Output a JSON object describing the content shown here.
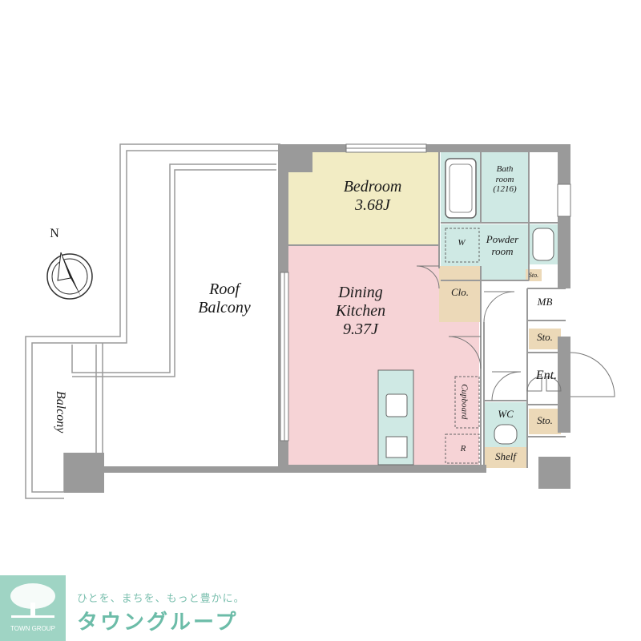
{
  "plan": {
    "rooms": {
      "bedroom": {
        "label": "Bedroom\n3.68J",
        "color": "#f2ecc4"
      },
      "dining_kitchen": {
        "label": "Dining\nKitchen\n9.37J",
        "color": "#f6d3d6"
      },
      "bath": {
        "label": "Bath\nroom\n(1216)",
        "color": "#cfe9e4"
      },
      "powder": {
        "label": "Powder\nroom"
      },
      "wc": {
        "label": "WC"
      },
      "closet": {
        "label": "Clo.",
        "color": "#ecd9b8"
      },
      "cupboard": {
        "label": "Cupboard"
      },
      "shelf": {
        "label": "Shelf"
      },
      "mb": {
        "label": "MB"
      },
      "storage_upper": {
        "label": "Sto."
      },
      "storage_lower": {
        "label": "Sto."
      },
      "storage_small": {
        "label": "Sto."
      },
      "entrance": {
        "label": "Ent."
      },
      "washer": {
        "label": "W"
      },
      "fridge": {
        "label": "R"
      }
    },
    "outside": {
      "roof_balcony": {
        "label": "Roof\nBalcony"
      },
      "balcony": {
        "label": "Balcony"
      }
    },
    "compass": {
      "label": "N",
      "icon": "north-compass-icon"
    },
    "wall_color": "#9a9a9a"
  },
  "footer": {
    "logo_text": "TOWN GROUP",
    "tagline": "ひとを、まちを、もっと豊かに。",
    "brand": "タウングループ",
    "logo_color": "#9fd4c4"
  }
}
